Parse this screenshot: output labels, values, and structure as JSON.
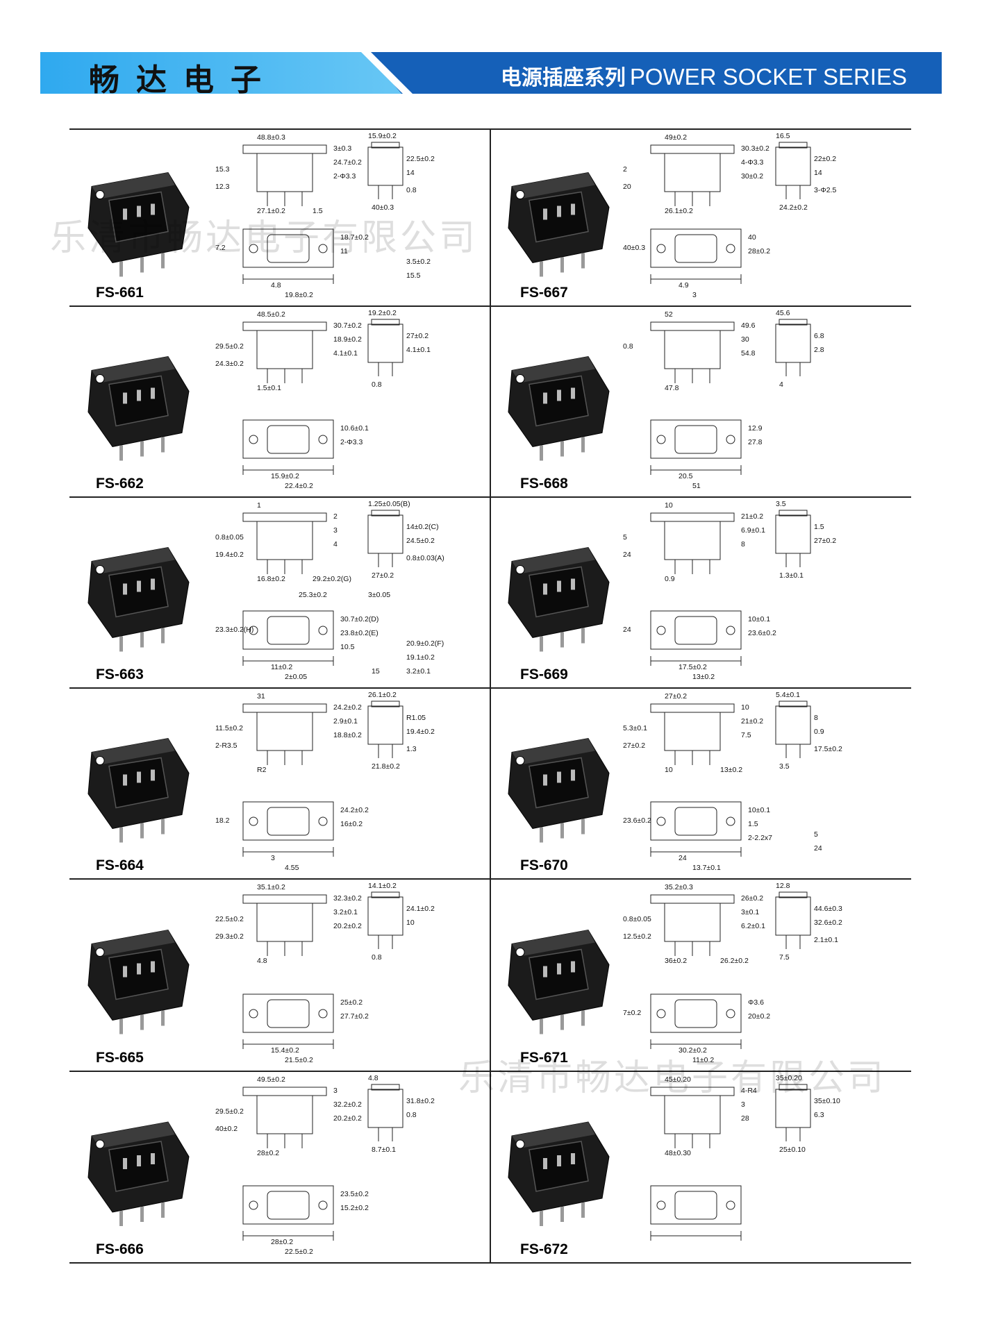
{
  "header": {
    "brand": "畅达电子",
    "series_cn": "电源插座系列",
    "series_en": "POWER SOCKET SERIES"
  },
  "watermarks": [
    "乐清市畅达电子有限公司",
    "乐清市畅达电子有限公司"
  ],
  "products": [
    {
      "model": "FS-661",
      "dims": [
        "48.8±0.3",
        "3±0.3",
        "24.7±0.2",
        "2-Φ3.3",
        "27.1±0.2",
        "15.9±0.2",
        "22.5±0.2",
        "14",
        "40±0.3",
        "18.7±0.2",
        "11",
        "4.8",
        "19.8±0.2",
        "15.3",
        "12.3",
        "7.2",
        "0.8",
        "1.5",
        "3.5±0.2",
        "15.5"
      ]
    },
    {
      "model": "FS-667",
      "dims": [
        "49±0.2",
        "30.3±0.2",
        "4-Φ3.3",
        "30±0.2",
        "26.1±0.2",
        "16.5",
        "22±0.2",
        "14",
        "24.2±0.2",
        "40",
        "28±0.2",
        "4.9",
        "3",
        "2",
        "20",
        "40±0.3",
        "3-Φ2.5"
      ]
    },
    {
      "model": "FS-662",
      "dims": [
        "48.5±0.2",
        "30.7±0.2",
        "18.9±0.2",
        "4.1±0.1",
        "1.5±0.1",
        "19.2±0.2",
        "27±0.2",
        "4.1±0.1",
        "0.8",
        "10.6±0.1",
        "2-Φ3.3",
        "15.9±0.2",
        "22.4±0.2",
        "29.5±0.2",
        "24.3±0.2"
      ]
    },
    {
      "model": "FS-668",
      "dims": [
        "52",
        "49.6",
        "30",
        "54.8",
        "47.8",
        "45.6",
        "6.8",
        "2.8",
        "4",
        "12.9",
        "27.8",
        "20.5",
        "51",
        "0.8"
      ]
    },
    {
      "model": "FS-663",
      "dims": [
        "1",
        "2",
        "3",
        "4",
        "16.8±0.2",
        "1.25±0.05(B)",
        "14±0.2(C)",
        "24.5±0.2",
        "27±0.2",
        "30.7±0.2(D)",
        "23.8±0.2(E)",
        "11±0.2",
        "2±0.05",
        "0.8±0.05",
        "19.4±0.2",
        "23.3±0.2(H)",
        "0.8±0.03(A)",
        "29.2±0.2(G)",
        "20.9±0.2(F)",
        "19.1±0.2",
        "10.5",
        "15",
        "3.2±0.1",
        "25.3±0.2",
        "3±0.05"
      ]
    },
    {
      "model": "FS-669",
      "dims": [
        "10",
        "21±0.2",
        "6.9±0.1",
        "8",
        "0.9",
        "3.5",
        "1.5",
        "27±0.2",
        "1.3±0.1",
        "10±0.1",
        "23.6±0.2",
        "17.5±0.2",
        "13±0.2",
        "5",
        "24",
        "24"
      ]
    },
    {
      "model": "FS-664",
      "dims": [
        "31",
        "24.2±0.2",
        "2.9±0.1",
        "18.8±0.2",
        "R2",
        "26.1±0.2",
        "R1.05",
        "19.4±0.2",
        "21.8±0.2",
        "24.2±0.2",
        "16±0.2",
        "3",
        "4.55",
        "11.5±0.2",
        "2-R3.5",
        "18.2",
        "1.3"
      ]
    },
    {
      "model": "FS-670",
      "dims": [
        "27±0.2",
        "10",
        "21±0.2",
        "7.5",
        "10",
        "5.4±0.1",
        "8",
        "0.9",
        "3.5",
        "10±0.1",
        "1.5",
        "24",
        "13.7±0.1",
        "5.3±0.1",
        "27±0.2",
        "23.6±0.2",
        "17.5±0.2",
        "13±0.2",
        "5",
        "24",
        "2-2.2x7"
      ]
    },
    {
      "model": "FS-665",
      "dims": [
        "35.1±0.2",
        "32.3±0.2",
        "3.2±0.1",
        "20.2±0.2",
        "4.8",
        "14.1±0.2",
        "24.1±0.2",
        "10",
        "0.8",
        "25±0.2",
        "27.7±0.2",
        "15.4±0.2",
        "21.5±0.2",
        "22.5±0.2",
        "29.3±0.2"
      ]
    },
    {
      "model": "FS-671",
      "dims": [
        "35.2±0.3",
        "26±0.2",
        "3±0.1",
        "6.2±0.1",
        "36±0.2",
        "12.8",
        "44.6±0.3",
        "32.6±0.2",
        "7.5",
        "Φ3.6",
        "20±0.2",
        "30.2±0.2",
        "11±0.2",
        "0.8±0.05",
        "12.5±0.2",
        "7±0.2",
        "2.1±0.1",
        "26.2±0.2"
      ]
    },
    {
      "model": "FS-666",
      "dims": [
        "49.5±0.2",
        "3",
        "32.2±0.2",
        "20.2±0.2",
        "28±0.2",
        "4.8",
        "31.8±0.2",
        "0.8",
        "8.7±0.1",
        "23.5±0.2",
        "15.2±0.2",
        "28±0.2",
        "22.5±0.2",
        "29.5±0.2",
        "40±0.2"
      ]
    },
    {
      "model": "FS-672",
      "dims": [
        "45±0.20",
        "4-R4",
        "3",
        "28",
        "48±0.30",
        "35±0.20",
        "35±0.10",
        "6.3",
        "25±0.10"
      ]
    }
  ]
}
